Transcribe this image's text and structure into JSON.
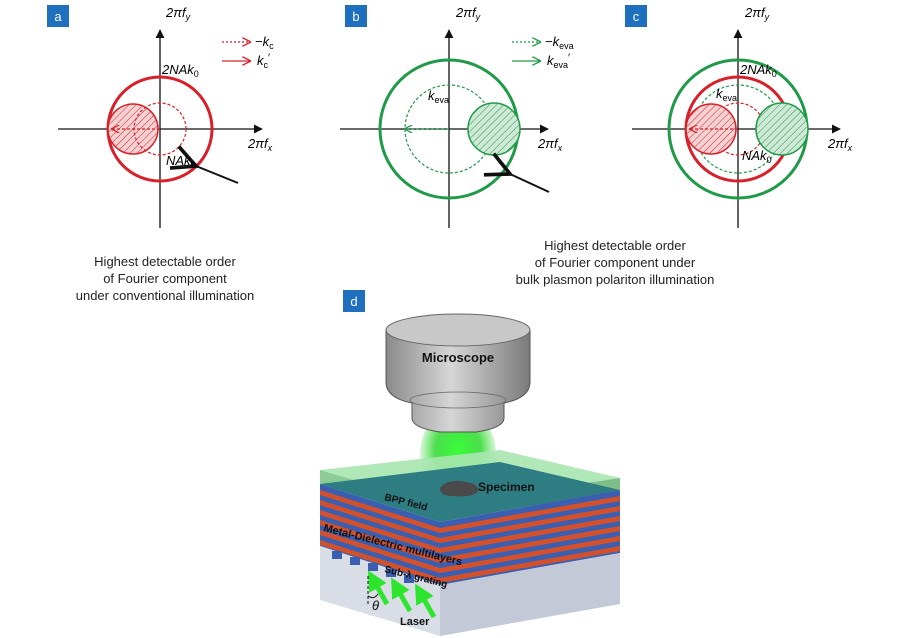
{
  "panels": {
    "a": {
      "tag": "a",
      "axis_y": "2πf",
      "axis_y_sub": "y",
      "axis_x": "2πf",
      "axis_x_sub": "x",
      "outer_label": "2NAk",
      "outer_label_sub": "0",
      "inner_label": "NAk",
      "inner_label_sub": "0",
      "legend_1": "−k",
      "legend_1_sub": "c",
      "legend_2": "k",
      "legend_2_sub": "c",
      "legend_2_prime": "′"
    },
    "b": {
      "tag": "b",
      "axis_y": "2πf",
      "axis_y_sub": "y",
      "axis_x": "2πf",
      "axis_x_sub": "x",
      "inner_label": "k",
      "inner_label_sub": "eva",
      "legend_1": "−k",
      "legend_1_sub": "eva",
      "legend_2": "k",
      "legend_2_sub": "eva",
      "legend_2_prime": "′"
    },
    "c": {
      "tag": "c",
      "axis_y": "2πf",
      "axis_y_sub": "y",
      "axis_x": "2πf",
      "axis_x_sub": "x",
      "outer_label": "2NAk",
      "outer_label_sub": "0",
      "mid_label": "k",
      "mid_label_sub": "eva",
      "inner_label": "NAk",
      "inner_label_sub": "0"
    },
    "d": {
      "tag": "d",
      "microscope": "Microscope",
      "specimen": "Specimen",
      "bpp_field": "BPP field",
      "multilayers": "Metal-Dielectric multilayers",
      "grating": "Sub-λ grating",
      "theta": "θ",
      "laser": "Laser"
    }
  },
  "captions": {
    "left": [
      "Highest detectable order",
      "of Fourier component",
      "under conventional illumination"
    ],
    "right": [
      "Highest detectable order",
      "of Fourier component under",
      "bulk plasmon polariton illumination"
    ]
  },
  "colors": {
    "red": "#d8202a",
    "green": "#1f9a48",
    "tag_blue": "#1f6fbf",
    "layer_red": "#d4502a",
    "layer_blue": "#3b5fb0"
  }
}
